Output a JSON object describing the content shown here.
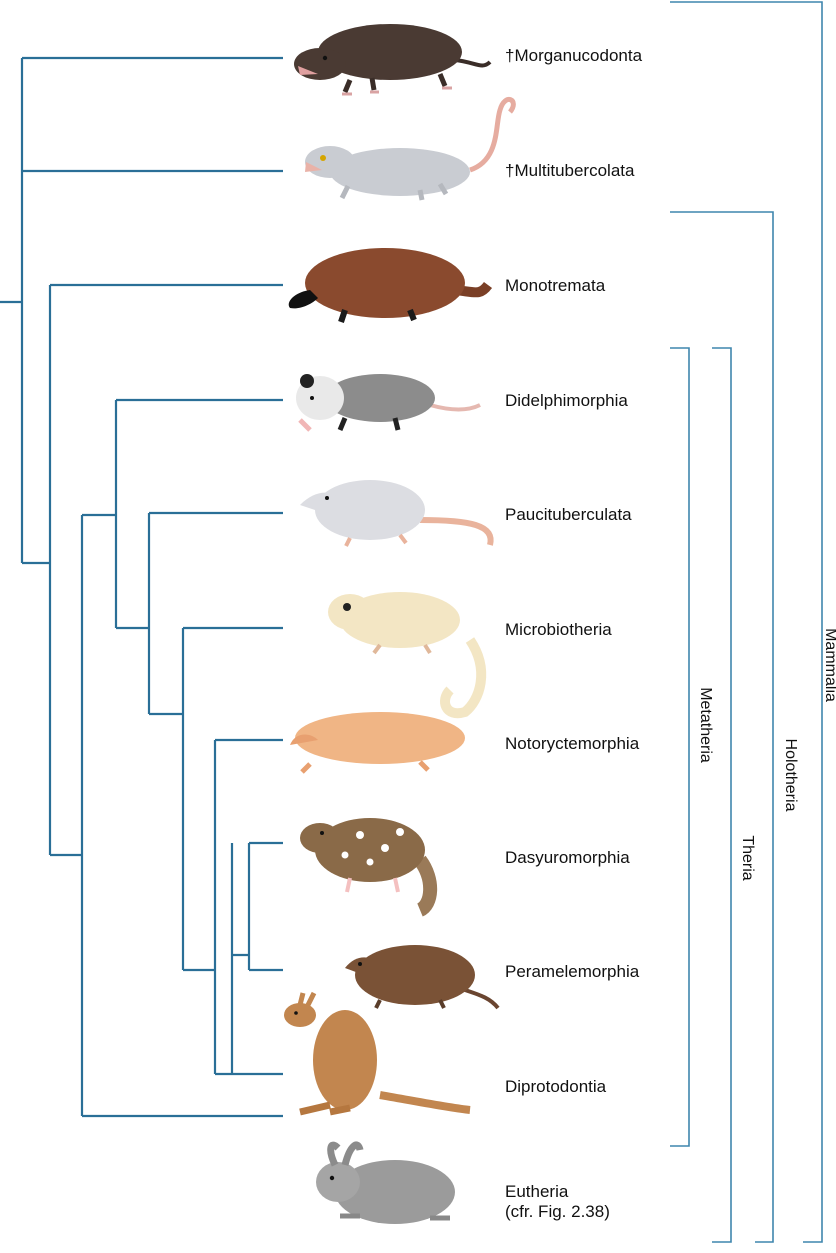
{
  "taxa": [
    {
      "name": "†Morganucodonta",
      "animal": "morganucodon-shrew-like",
      "color": "#4a3a33"
    },
    {
      "name": "†Multitubercolata",
      "animal": "multituberculate-rodent-like",
      "color": "#c9ccd2"
    },
    {
      "name": "Monotremata",
      "animal": "platypus",
      "color": "#8a4a2e"
    },
    {
      "name": "Didelphimorphia",
      "animal": "opossum",
      "color": "#8c8c8c"
    },
    {
      "name": "Paucituberculata",
      "animal": "shrew-opossum",
      "color": "#dcdde2"
    },
    {
      "name": "Microbiotheria",
      "animal": "monito-del-monte",
      "color": "#f3e6c4"
    },
    {
      "name": "Notoryctemorphia",
      "animal": "marsupial-mole",
      "color": "#f0b585"
    },
    {
      "name": "Dasyuromorphia",
      "animal": "quoll",
      "color": "#8a6a48"
    },
    {
      "name": "Peramelemorphia",
      "animal": "bandicoot",
      "color": "#7a5236"
    },
    {
      "name": "Diprotodontia",
      "animal": "kangaroo",
      "color": "#c2864f"
    },
    {
      "name": "Eutheria",
      "note": "(cfr. Fig. 2.38)",
      "animal": "rabbit",
      "color": "#9b9b9b"
    }
  ],
  "clades": {
    "metatheria": "Metatheria",
    "theria": "Theria",
    "holotheria": "Holotheria",
    "mammalia": "Mammalia"
  },
  "colors": {
    "branch": "#2a6f97",
    "bracket": "#3f86ad"
  }
}
